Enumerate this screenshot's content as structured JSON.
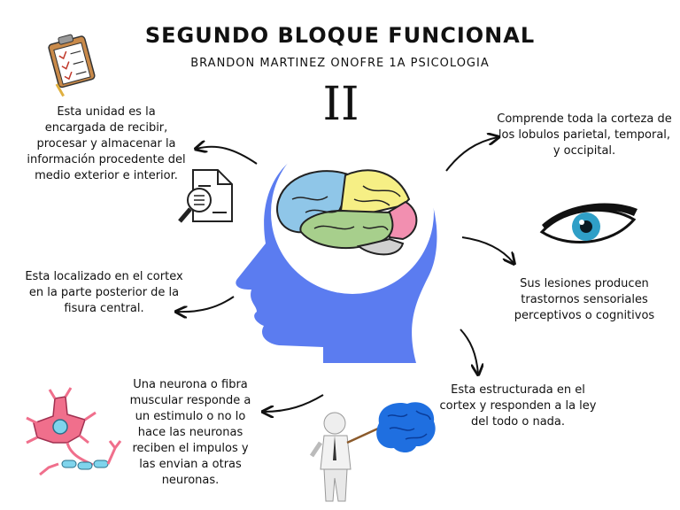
{
  "header": {
    "title": "SEGUNDO BLOQUE FUNCIONAL",
    "subtitle": "BRANDON MARTINEZ ONOFRE 1A PSICOLOGIA",
    "numeral": "II"
  },
  "notes": {
    "top_left": "Esta unidad es la encargada de recibir, procesar y almacenar la información procedente del medio exterior e interior.",
    "top_right": "Comprende toda la corteza de los lobulos parietal, temporal, y occipital.",
    "mid_left": "Esta localizado en el cortex en la parte posterior de la fisura central.",
    "mid_right": "Sus lesiones producen trastornos sensoriales perceptivos o cognitivos",
    "bottom_left": "Una neurona o fibra muscular responde a un estimulo o no lo hace las neuronas reciben el impulos y las envian a otras neuronas.",
    "bottom_right": "Esta estructurada en el cortex y responden a la ley del todo o nada."
  },
  "colors": {
    "head": "#5b7cf0",
    "frontal_lobe": "#8fc6e8",
    "parietal_lobe": "#f6ef85",
    "temporal_lobe": "#a7cf8c",
    "occipital_lobe": "#f28fb0",
    "cerebellum": "#d0d0d0",
    "eye_iris": "#2f9fc7",
    "small_brain": "#1f6fe0",
    "neuron": "#f06f8c",
    "axon": "#7fd4ec"
  },
  "icons": [
    "clipboard-icon",
    "document-search-icon",
    "eye-icon",
    "neuron-icon",
    "presenter-figure-icon",
    "brain-icon"
  ]
}
